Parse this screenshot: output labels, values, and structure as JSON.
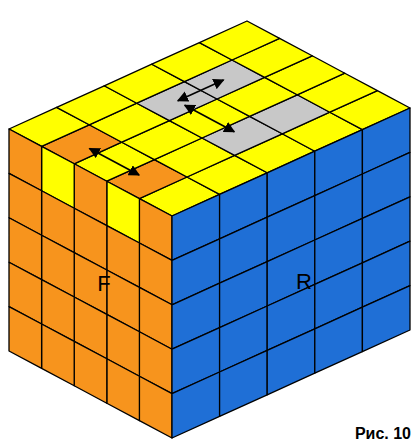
{
  "diagram": {
    "caption": "Рис. 10",
    "labels": [
      "F",
      "R"
    ]
  }
}
